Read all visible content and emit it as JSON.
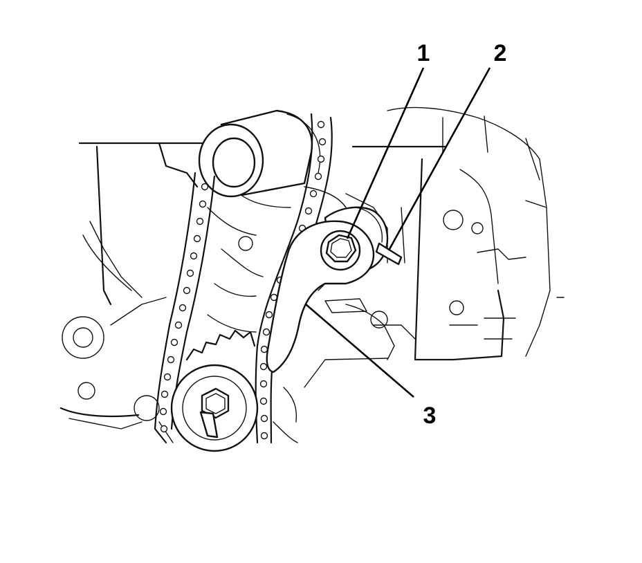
{
  "callouts": [
    {
      "id": "1",
      "label": "1",
      "refers_to": "tensioner-bolt"
    },
    {
      "id": "2",
      "label": "2",
      "refers_to": "locating-pin"
    },
    {
      "id": "3",
      "label": "3",
      "refers_to": "tensioner-arm"
    }
  ],
  "colors": {
    "ink": "#111111",
    "background": "#ffffff"
  }
}
